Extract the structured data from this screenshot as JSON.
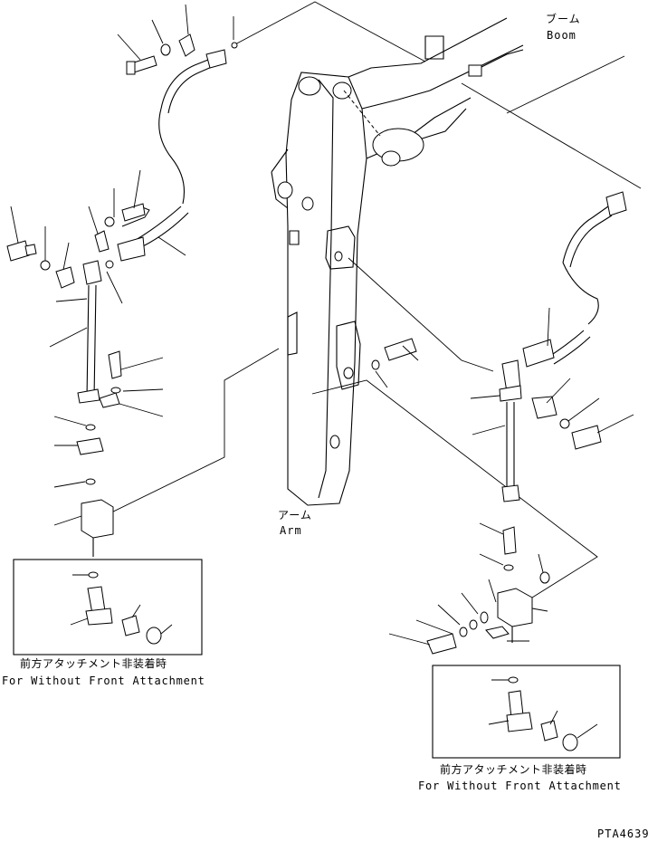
{
  "labels": {
    "boom_jp": "ブーム",
    "boom_en": "Boom",
    "arm_jp": "アーム",
    "arm_en": "Arm",
    "inset_left_jp": "前方アタッチメント非装着時",
    "inset_left_en": "For Without Front Attachment",
    "inset_right_jp": "前方アタッチメント非装着時",
    "inset_right_en": "For Without Front Attachment",
    "drawing_code": "PTA4639"
  }
}
